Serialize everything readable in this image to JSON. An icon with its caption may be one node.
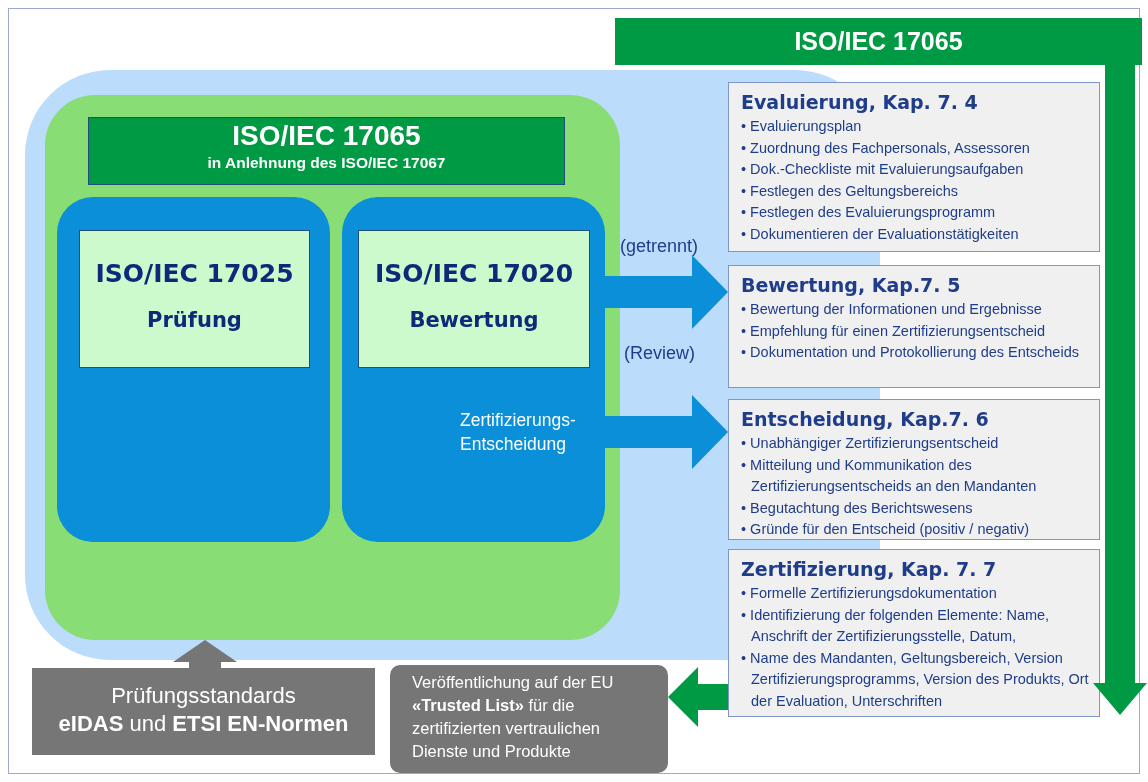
{
  "diagram": {
    "nodes": [
      {
        "text": [],
        "shape": "box"
      },
      {
        "text": [
          "ISO/IEC 17065",
          "in Anlehnung des ISO/IEC 17067"
        ],
        "in": 0
      },
      {
        "text": [],
        "shape": "box",
        "in": 0
      },
      {
        "text": [
          "ISO/IEC 17025",
          "Prüfung"
        ],
        "in": 2
      },
      {
        "text": [],
        "shape": "box",
        "in": 0
      },
      {
        "text": [
          "ISO/IEC 17020",
          "Bewertung"
        ],
        "in": 4
      },
      {
        "text": [
          "ISO/IEC 17065"
        ]
      },
      {
        "text": [
          "Evaluierung, Kap. 7. 4",
          "• Evaluierungsplan",
          "• Zuordnung des Fachpersonals, Assessoren",
          "• Dok.-Checkliste mit Evaluierungsaufgaben",
          "• Festlegen des Geltungsbereichs",
          "• Festlegen des Evaluierungsprogramm",
          "• Dokumentieren der Evaluationstätigkeiten"
        ]
      },
      {
        "text": [
          "Bewertung, Kap.7. 5",
          "• Bewertung der Informationen und Ergebnisse",
          "• Empfehlung für einen Zertifizierungsentscheid",
          "• Dokumentation und Protokollierung des Entscheids"
        ]
      },
      {
        "text": [
          "Entscheidung, Kap.7. 6",
          "• Unabhängiger Zertifizierungsentscheid",
          "• Mitteilung und Kommunikation des Zertifizierungsentscheids an den Mandanten",
          "• Begutachtung des Berichtswesens",
          "• Gründe für den Entscheid (positiv / negativ)"
        ]
      },
      {
        "text": [
          "Zertifizierung, Kap. 7. 7",
          "• Formelle Zertifizierungsdokumentation",
          "• Identifizierung der folgenden Elemente: Name, Anschrift der Zertifizierungsstelle, Datum,",
          "• Name des Mandanten, Geltungsbereich, Version Zertifizierungsprogramms, Version des Produkts, Ort der Evaluation, Unterschriften"
        ]
      },
      {
        "text": [
          "Prüfungsstandards",
          "**eIDAS** und **ETSI EN-Normen**"
        ]
      },
      {
        "text": [
          "Veröffentlichung auf der EU **«Trusted List»** für die zertifizierten vertraulichen Dienste und Produkte"
        ]
      }
    ],
    "edges": [
      {
        "from": 11,
        "to": 0,
        "arrow": "to",
        "style": "thick",
        "color": "#767676"
      },
      {
        "from": 4,
        "to": 8,
        "arrow": "to",
        "style": "thick",
        "color": "#0a8fd8"
      },
      {
        "from": 4,
        "to": 9,
        "arrow": "to",
        "style": "thick",
        "color": "#0a8fd8"
      },
      {
        "from": 6,
        "to": null,
        "arrow": "to",
        "style": "thick",
        "color": "#009a44"
      },
      {
        "from": 10,
        "to": 12,
        "arrow": "to",
        "style": "thick",
        "color": "#009a44"
      }
    ],
    "labels": [
      "(getrennt)",
      "(Review)",
      "Zertifizierungs- Entscheidung"
    ]
  }
}
